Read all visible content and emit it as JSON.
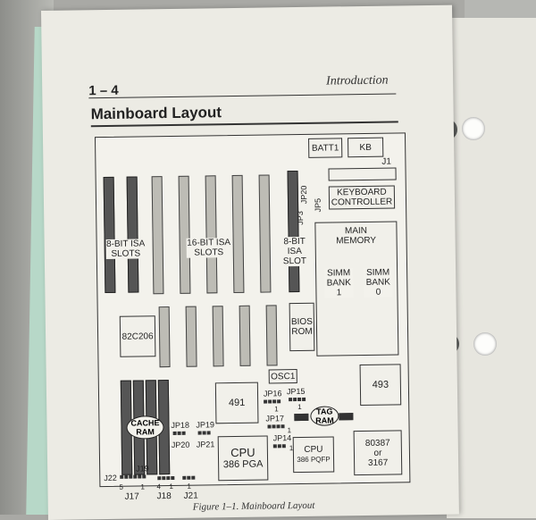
{
  "header": {
    "section_number": "1 – 4",
    "section_title": "Introduction"
  },
  "page_title": "Mainboard Layout",
  "diagram": {
    "batt": "BATT1",
    "kb": "KB",
    "j1": "J1",
    "keyboard_controller": "KEYBOARD CONTROLLER",
    "jp20": "JP20",
    "jp3": "JP3",
    "jp5": "JP5",
    "isa8_left": "8-BIT ISA SLOTS",
    "isa16": "16-BIT ISA SLOTS",
    "isa8_right": "8-BIT ISA SLOT",
    "main_memory": "MAIN MEMORY",
    "simm1": "SIMM BANK 1",
    "simm0": "SIMM BANK 0",
    "chip_82c206": "82C206",
    "bios_rom": "BIOS ROM",
    "osc1": "OSC1",
    "chip_491": "491",
    "chip_493": "493",
    "jp16": "JP16",
    "jp15": "JP15",
    "pin1a": "1",
    "pin1b": "1",
    "tag_ram": "TAG RAM",
    "jp17": "JP17",
    "pin1c": "1",
    "jp14": "JP14",
    "pin1d": "1",
    "cache_ram": "CACHE RAM",
    "jp18": "JP18",
    "jp19": "JP19",
    "jp20b": "JP20",
    "jp21": "JP21",
    "cpu386pga_a": "CPU",
    "cpu386pga_b": "386 PGA",
    "cpu386pqfp_a": "CPU",
    "cpu386pqfp_b": "386 PQFP",
    "fpu_a": "80387",
    "fpu_b": "or",
    "fpu_c": "3167",
    "j22": "J22",
    "j19": "J19",
    "j17": "J17",
    "j18": "J18",
    "j21": "J21",
    "pin5": "5",
    "pin1e": "1",
    "pin4": "4",
    "pin1f": "1",
    "pin1g": "1"
  },
  "caption": "Figure 1–1. Mainboard Layout"
}
